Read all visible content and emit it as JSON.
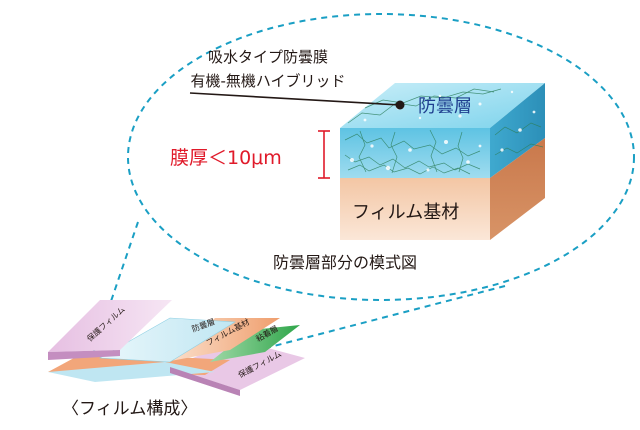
{
  "callout": {
    "line1": "吸水タイプ防曇膜",
    "line2": "有機-無機ハイブリッド"
  },
  "layers_detail": {
    "antifog_label": "防曇層",
    "substrate_label": "フィルム基材",
    "thickness_label": "膜厚＜10μm"
  },
  "caption": "防曇層部分の模式図",
  "film_stack": {
    "protective_top": "保護フィルム",
    "antifog": "防曇層",
    "substrate": "フィルム基材",
    "adhesive": "粘着層",
    "protective_bottom": "保護フィルム"
  },
  "structure_title": "〈フィルム構成〉",
  "colors": {
    "dashed_outline": "#1a9fc4",
    "antifog_blue": "#7ad3ec",
    "substrate_orange": "#e9a77c",
    "thickness_red": "#e01a2a",
    "adhesive_green": "#2fa64a",
    "protective_pink": "#d9a6d6"
  }
}
